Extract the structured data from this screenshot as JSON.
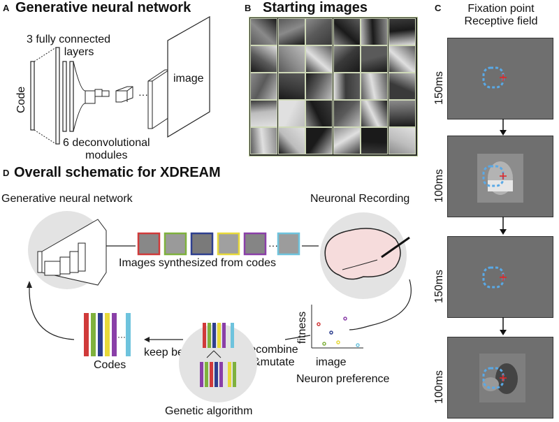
{
  "panelA": {
    "letter": "A",
    "title": "Generative neural network",
    "fc_label_line1": "3 fully connected",
    "fc_label_line2": "layers",
    "code_label": "Code",
    "image_label": "image",
    "deconv_label_line1": "6 deconvolutional",
    "deconv_label_line2": "modules"
  },
  "panelB": {
    "letter": "B",
    "title": "Starting images"
  },
  "panelC": {
    "letter": "C",
    "header_line1": "Fixation point",
    "header_line2": "Receptive field",
    "timings": [
      "150ms",
      "100ms",
      "150ms",
      "100ms"
    ]
  },
  "panelD": {
    "letter": "D",
    "title": "Overall schematic for XDREAM",
    "gnn_label": "Generative neural network",
    "recording_label": "Neuronal Recording",
    "synth_label": "Images synthesized from codes",
    "codes_label": "Codes",
    "keep_best": "keep best",
    "recombine": "recombine",
    "mutate": "&mutate",
    "ga_label": "Genetic algorithm",
    "fitness_label": "fitness",
    "image_axis": "image",
    "preference_label": "Neuron preference",
    "colors": {
      "red": "#d03a3a",
      "green": "#7fb13d",
      "navy": "#2e3f8f",
      "yellow": "#e8d93a",
      "purple": "#8a3fa8",
      "cyan": "#6ec3dd"
    }
  }
}
